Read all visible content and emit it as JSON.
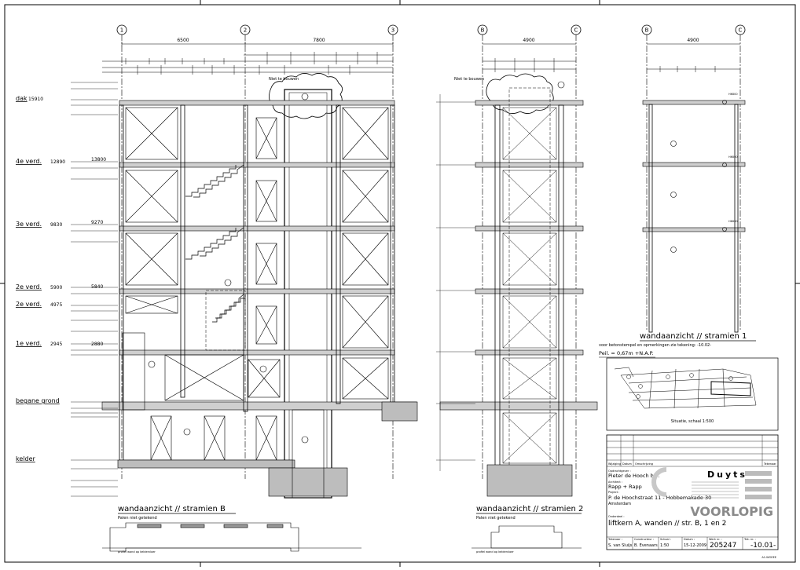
{
  "levels": [
    {
      "id": "dak",
      "label": "dak",
      "value": "15910"
    },
    {
      "id": "4e",
      "label": "4e verd.",
      "value": "12890",
      "alt": "13800"
    },
    {
      "id": "3e",
      "label": "3e verd.",
      "value": "9830",
      "alt": "9270"
    },
    {
      "id": "2e-a",
      "label": "2e verd.",
      "value": "5900",
      "alt": "5840"
    },
    {
      "id": "2e-b",
      "label": "2e verd.",
      "value": "4975"
    },
    {
      "id": "1e",
      "label": "1e verd.",
      "value": "2945",
      "alt": "2880"
    },
    {
      "id": "bg",
      "label": "begane grond",
      "value": ""
    },
    {
      "id": "kelder",
      "label": "kelder",
      "value": ""
    }
  ],
  "axes": {
    "view1": [
      "1",
      "2",
      "3"
    ],
    "view2": [
      "B",
      "C"
    ],
    "view3": [
      "B",
      "C"
    ]
  },
  "dimensions": {
    "d12": "6500",
    "d23": "7800",
    "bc2": "4900",
    "bc3": "4900"
  },
  "views": {
    "b_title": "wandaanzicht // stramien B",
    "b_note": "Palen niet getekend",
    "b_note2": "profiel wand op keldervloer",
    "v2_title": "wandaanzicht // stramien 2",
    "v2_note": "Palen niet getekend",
    "v2_note2": "profiel wand op keldervloer",
    "v1_title": "wandaanzicht // stramien 1",
    "v1_note": "voor betonstempel en opmerkingen zie tekening: -10.02-",
    "peil": "Peil. = 0,67m +N.A.P.",
    "situatie": "Situatie, schaal 1:500",
    "niet_te_bouwen": "Niet te bouwen",
    "opening": "HK600"
  },
  "titleblock": {
    "col_headers": [
      "Wijziging",
      "Datum",
      "Omschrijving",
      "Tekenaar"
    ],
    "opdrachtgever_label": "Opdrachtgever :",
    "opdrachtgever": "Pieter de Hooch b.v.",
    "architect_label": "Architect :",
    "architect": "Rapp + Rapp",
    "project_label": "Project :",
    "project_line1": "P. de Hoochstraat 11 - Hobbemakade 30",
    "project_line2": "Amsterdam",
    "onderdeel_label": "Onderdeel :",
    "onderdeel": "liftkern A, wanden // str. B, 1 en 2",
    "logo": "Duyts",
    "stamp": "VOORLOPIG",
    "footer_labels": [
      "Tekenaar :",
      "Constructeur :",
      "Schaal :",
      "Datum :",
      "Werk nr. :",
      "Tek. nr. :"
    ],
    "tekenaar": "S. van Sluijs",
    "constructeur": "B. Evenaars",
    "schaal": "1:50",
    "datum": "15-12-2009",
    "werk_nr": "205247",
    "tek_nr": "-10.01-",
    "sheet_code": "A1-WOEEE"
  }
}
